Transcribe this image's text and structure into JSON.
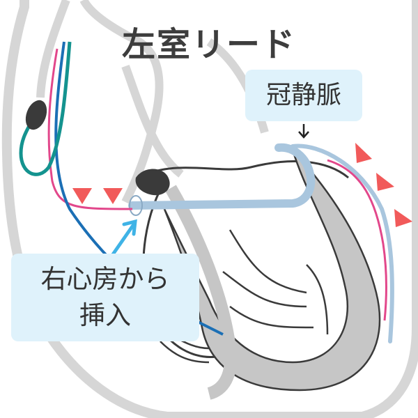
{
  "title": "左室リード",
  "labels": {
    "coronary_sinus": "冠静脈",
    "insertion_line1": "右心房から",
    "insertion_line2": "挿入"
  },
  "colors": {
    "heart_outline": "#cccccc",
    "septum_fill": "#c4c4c4",
    "coronary_vein": "#a9c6de",
    "lead_pink": "#e2478b",
    "lead_blue": "#1b6fb5",
    "lead_teal": "#14938f",
    "arrow_red": "#f15a5a",
    "arrow_cyan": "#3fb3e6",
    "label_bg": "#dff2fb"
  },
  "icons": [
    "red-triangle-icon",
    "down-arrow-icon",
    "pointer-arrow-icon"
  ]
}
